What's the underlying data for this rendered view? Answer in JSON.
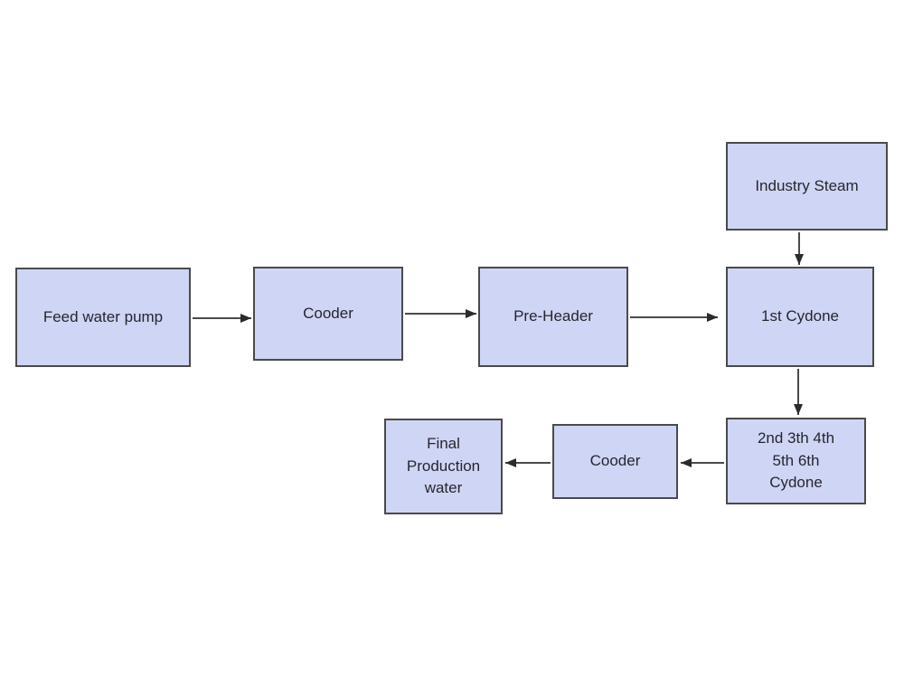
{
  "diagram": {
    "type": "flowchart",
    "background_color": "#ffffff",
    "colors": {
      "node_fill": "#cfd5f5",
      "node_border": "#4a4a4a",
      "arrow": "#2b2b2b",
      "text": "#26262e"
    },
    "nodes": [
      {
        "id": "feed-water-pump",
        "label": "Feed water pump"
      },
      {
        "id": "cooler-top",
        "label": "Cooder"
      },
      {
        "id": "pre-header",
        "label": "Pre-Header"
      },
      {
        "id": "industry-steam",
        "label": "Industry Steam"
      },
      {
        "id": "cyclone-1",
        "label": "1st Cydone"
      },
      {
        "id": "cyclone-2-6",
        "label": "2nd 3th 4th\n5th 6th\nCydone"
      },
      {
        "id": "cooler-bottom",
        "label": "Cooder"
      },
      {
        "id": "final-production-water",
        "label": "Final\nProduction\nwater"
      }
    ],
    "edges": [
      {
        "from": "feed-water-pump",
        "to": "cooler-top",
        "direction": "right"
      },
      {
        "from": "cooler-top",
        "to": "pre-header",
        "direction": "right"
      },
      {
        "from": "pre-header",
        "to": "cyclone-1",
        "direction": "right"
      },
      {
        "from": "industry-steam",
        "to": "cyclone-1",
        "direction": "down"
      },
      {
        "from": "cyclone-1",
        "to": "cyclone-2-6",
        "direction": "down"
      },
      {
        "from": "cyclone-2-6",
        "to": "cooler-bottom",
        "direction": "left"
      },
      {
        "from": "cooler-bottom",
        "to": "final-production-water",
        "direction": "left"
      }
    ]
  }
}
